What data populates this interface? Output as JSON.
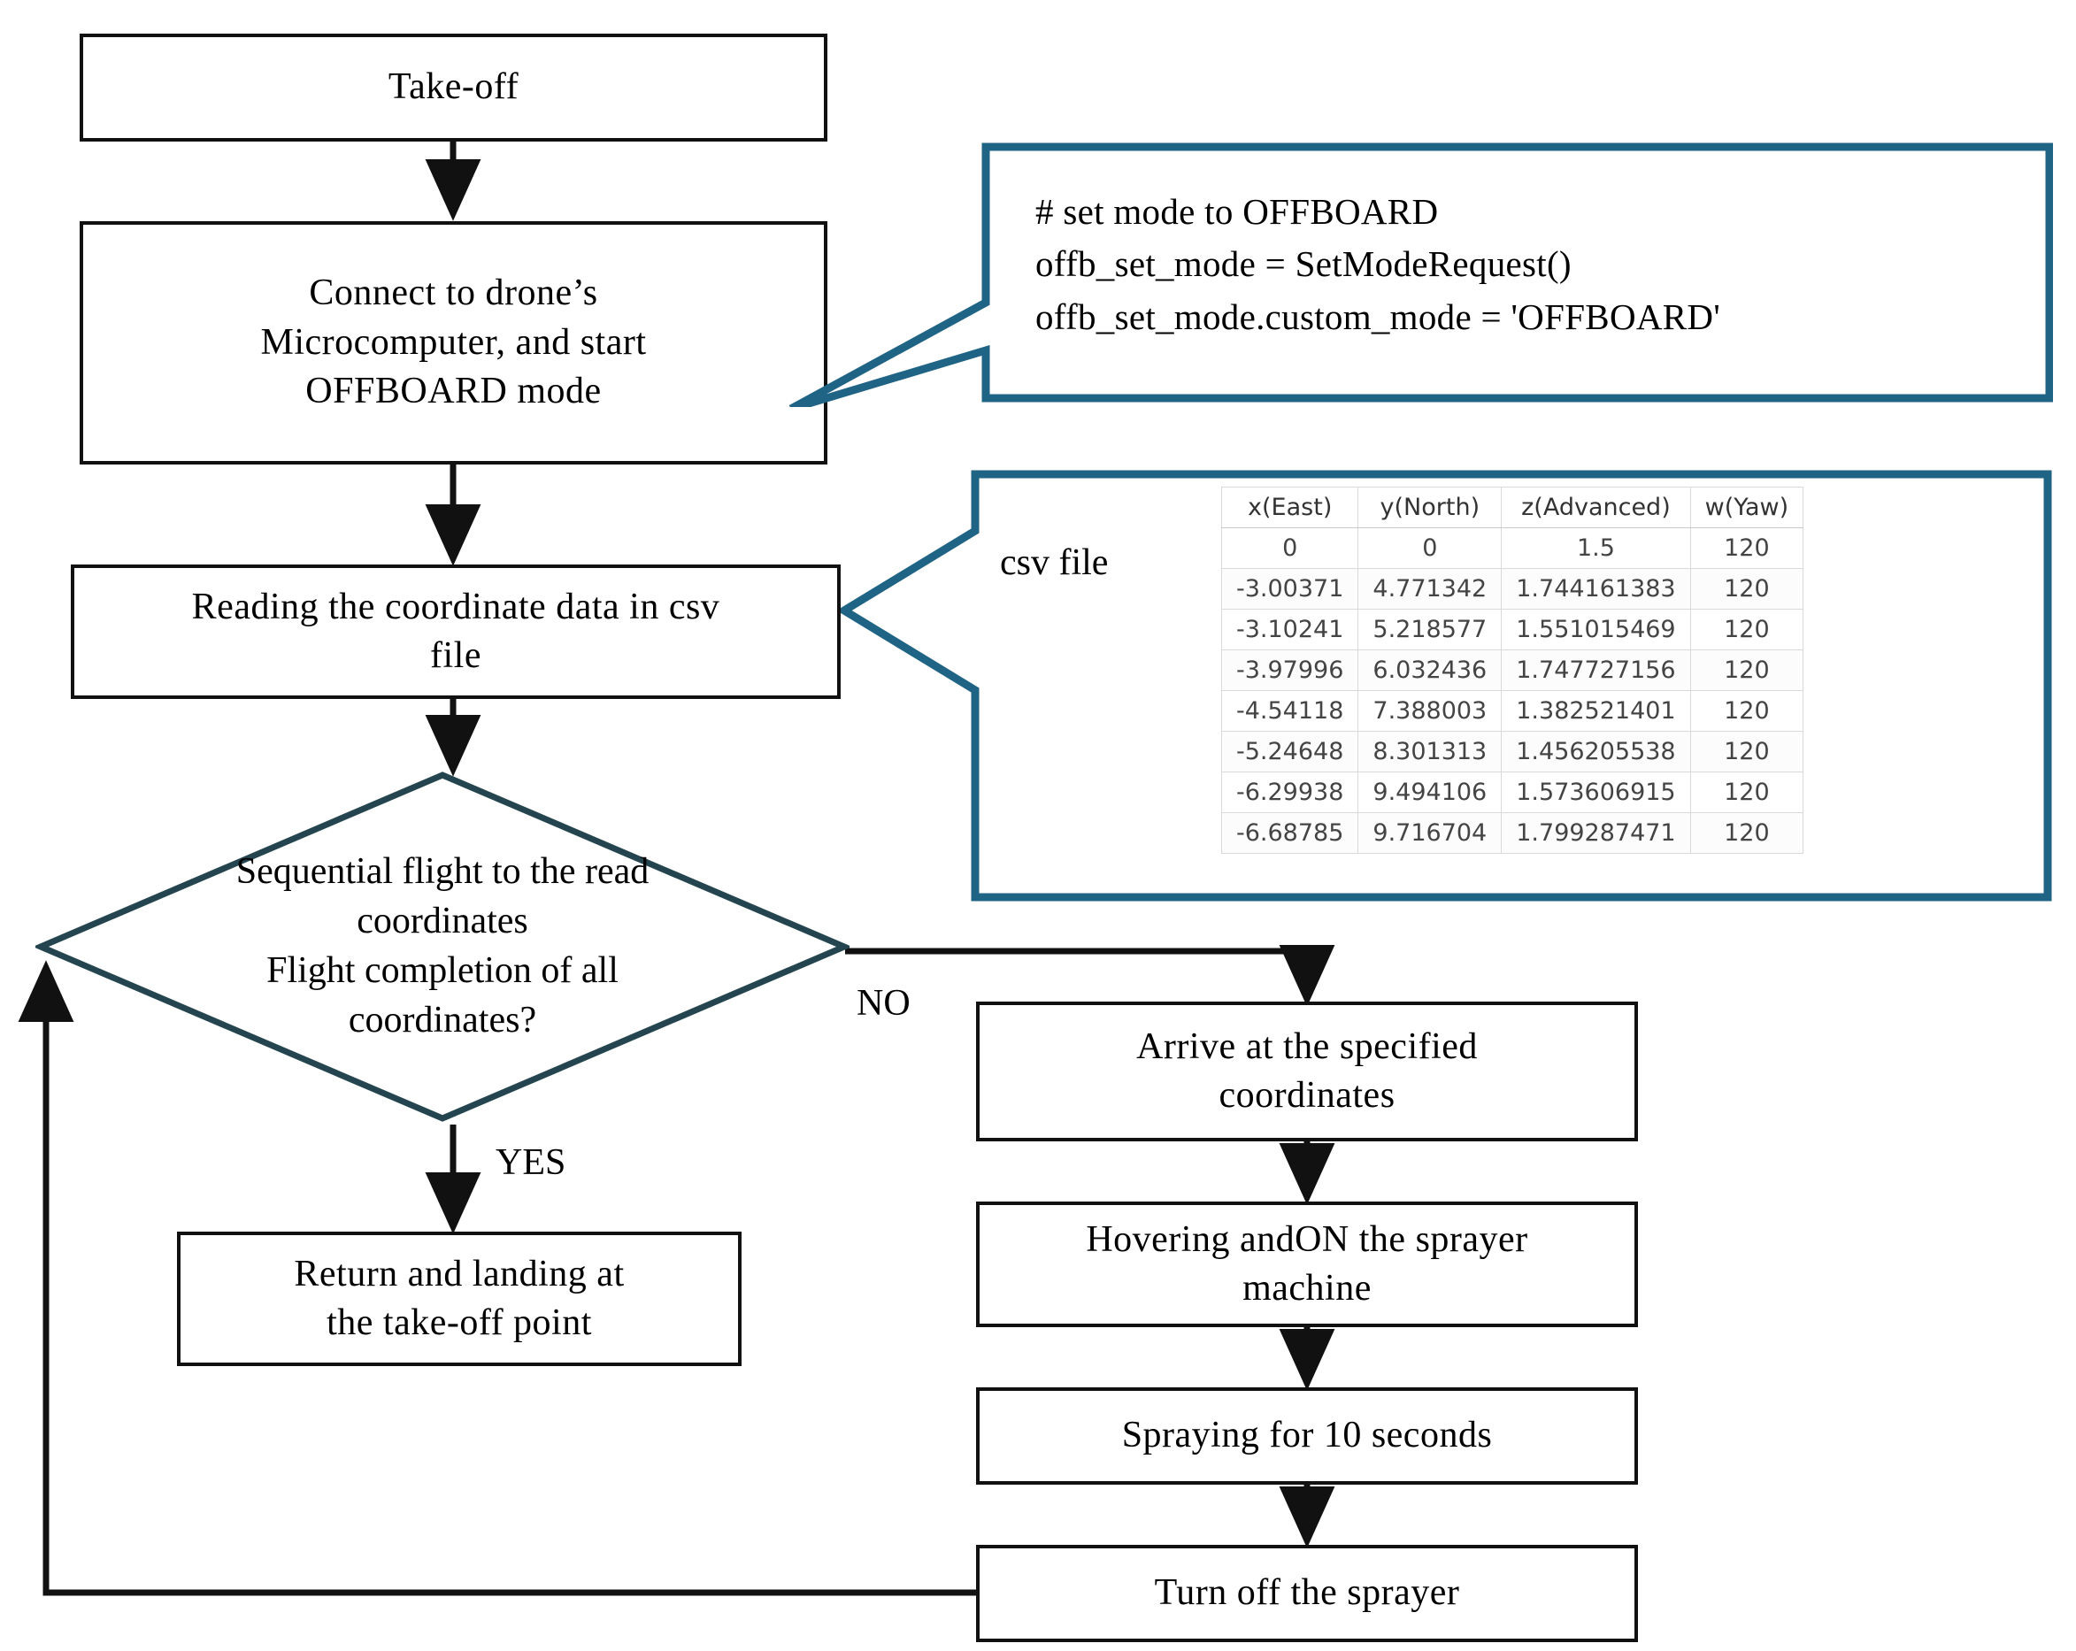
{
  "diagram": {
    "title": "UAV spraying mission flowchart",
    "colors": {
      "line": "#111111",
      "callout": "#1f6385",
      "text": "#000000",
      "table_grid": "#d9d9d9"
    }
  },
  "nodes": {
    "take_off": "Take-off",
    "connect": "Connect to drone’s\nMicrocomputer,  and start\nOFFBOARD mode",
    "reading": "Reading  the  coordinate  data in  csv\nfile",
    "decision": "Sequential  flight  to the  read\ncoordinates\nFlight   completion   of all\ncoordinates?",
    "return_landing": "Return  and landing  at\nthe  take-off point",
    "arrive": "Arrive  at the  specified\ncoordinates",
    "hovering": "Hovering  andON the  sprayer\nmachine",
    "spraying": "Spraying  for  10 seconds",
    "turn_off": "Turn  off  the  sprayer"
  },
  "edge_labels": {
    "yes": "YES",
    "no": "NO"
  },
  "callouts": {
    "code": {
      "lines": "# set mode to OFFBOARD\noffb_set_mode  = SetModeRequest()\noffb_set_mode.custom_mode  = 'OFFBOARD'"
    },
    "csv": {
      "label": "csv file",
      "table": {
        "columns": [
          "x(East)",
          "y(North)",
          "z(Advanced)",
          "w(Yaw)"
        ],
        "rows": [
          [
            "0",
            "0",
            "1.5",
            "120"
          ],
          [
            "-3.00371",
            "4.771342",
            "1.744161383",
            "120"
          ],
          [
            "-3.10241",
            "5.218577",
            "1.551015469",
            "120"
          ],
          [
            "-3.97996",
            "6.032436",
            "1.747727156",
            "120"
          ],
          [
            "-4.54118",
            "7.388003",
            "1.382521401",
            "120"
          ],
          [
            "-5.24648",
            "8.301313",
            "1.456205538",
            "120"
          ],
          [
            "-6.29938",
            "9.494106",
            "1.573606915",
            "120"
          ],
          [
            "-6.68785",
            "9.716704",
            "1.799287471",
            "120"
          ]
        ]
      }
    }
  }
}
